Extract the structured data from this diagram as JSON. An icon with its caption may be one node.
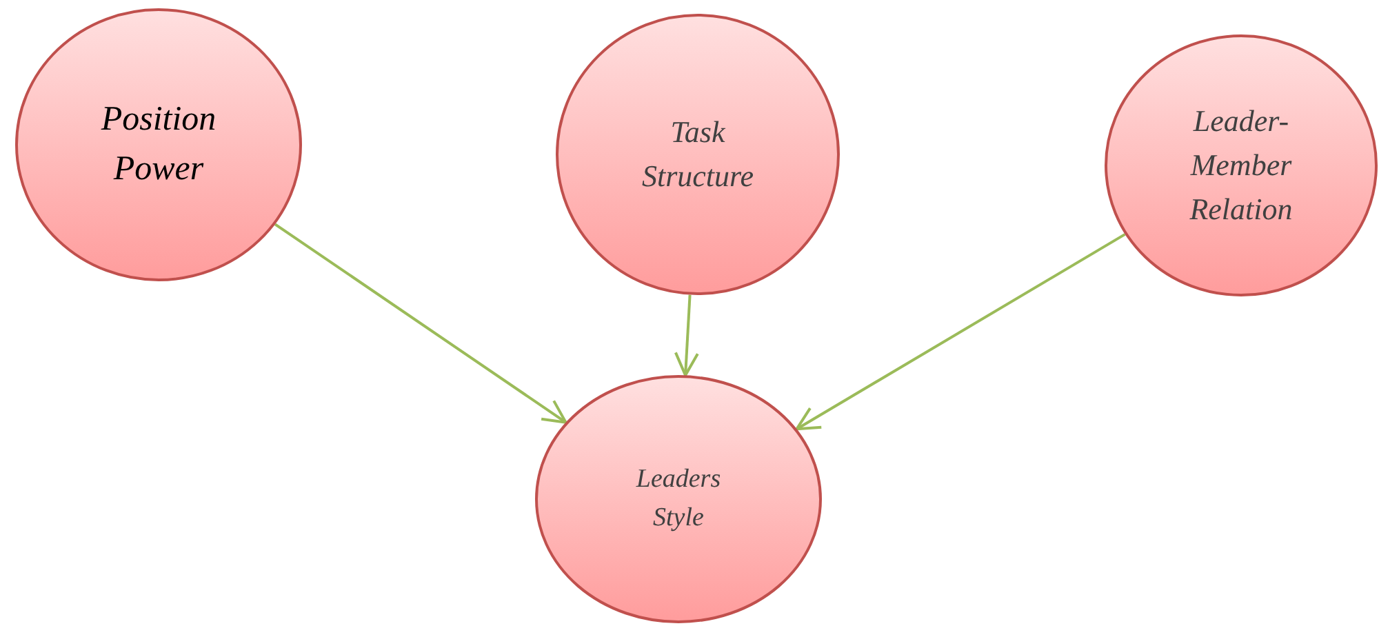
{
  "diagram": {
    "nodes": [
      {
        "text": [
          "Position Power"
        ]
      },
      {
        "text": [
          "Task Structure"
        ]
      },
      {
        "text": [
          "Leader- Member Relation"
        ]
      },
      {
        "text": [
          "Leaders Style"
        ]
      }
    ],
    "edges": [
      {
        "from": 0,
        "to": 3,
        "arrow": "to"
      },
      {
        "from": 1,
        "to": 3,
        "arrow": "to"
      },
      {
        "from": 2,
        "to": 3,
        "arrow": "to"
      }
    ]
  }
}
